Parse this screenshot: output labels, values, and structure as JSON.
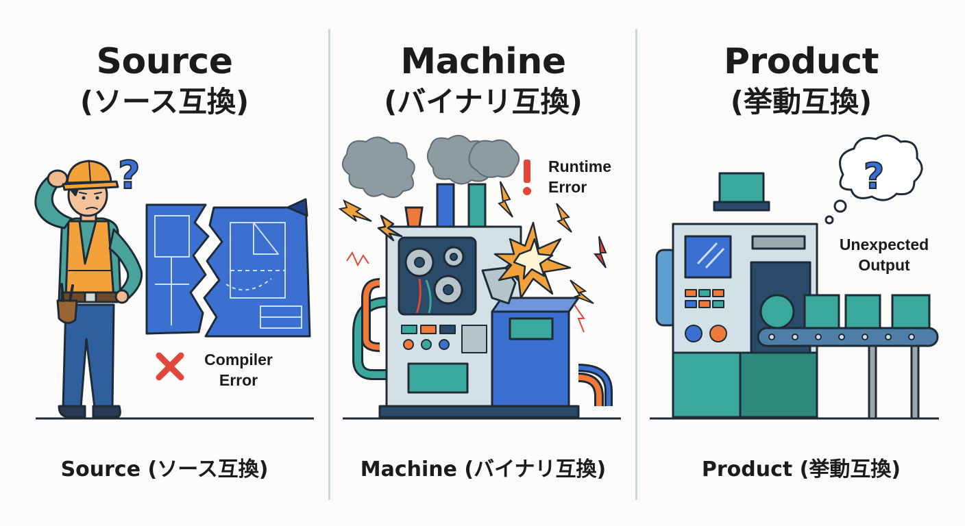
{
  "panels": [
    {
      "title": "Source",
      "subtitle": "(ソース互換)",
      "caption": "Source (ソース互換)",
      "annotation": [
        "Compiler",
        "Error"
      ],
      "icons": [
        "worker-icon",
        "question-mark-icon",
        "torn-blueprint-icon",
        "red-x-icon"
      ]
    },
    {
      "title": "Machine",
      "subtitle": "(バイナリ互換)",
      "caption": "Machine (バイナリ互換)",
      "annotation": [
        "Runtime",
        "Error"
      ],
      "icons": [
        "exploding-machine-icon",
        "smoke-icon",
        "lightning-icon",
        "exclamation-icon"
      ]
    },
    {
      "title": "Product",
      "subtitle": "(挙動互換)",
      "caption": "Product (挙動互換)",
      "annotation": [
        "Unexpected",
        "Output"
      ],
      "icons": [
        "factory-machine-icon",
        "conveyor-belt-icon",
        "thought-bubble-icon",
        "question-mark-icon"
      ]
    }
  ],
  "colors": {
    "outline": "#1e2a36",
    "blueprint": "#3b6fd0",
    "teal": "#3aa89a",
    "orange": "#ef7a3c",
    "red": "#e0463a",
    "steel": "#d4e0e8",
    "divider": "#c5d6dc"
  }
}
